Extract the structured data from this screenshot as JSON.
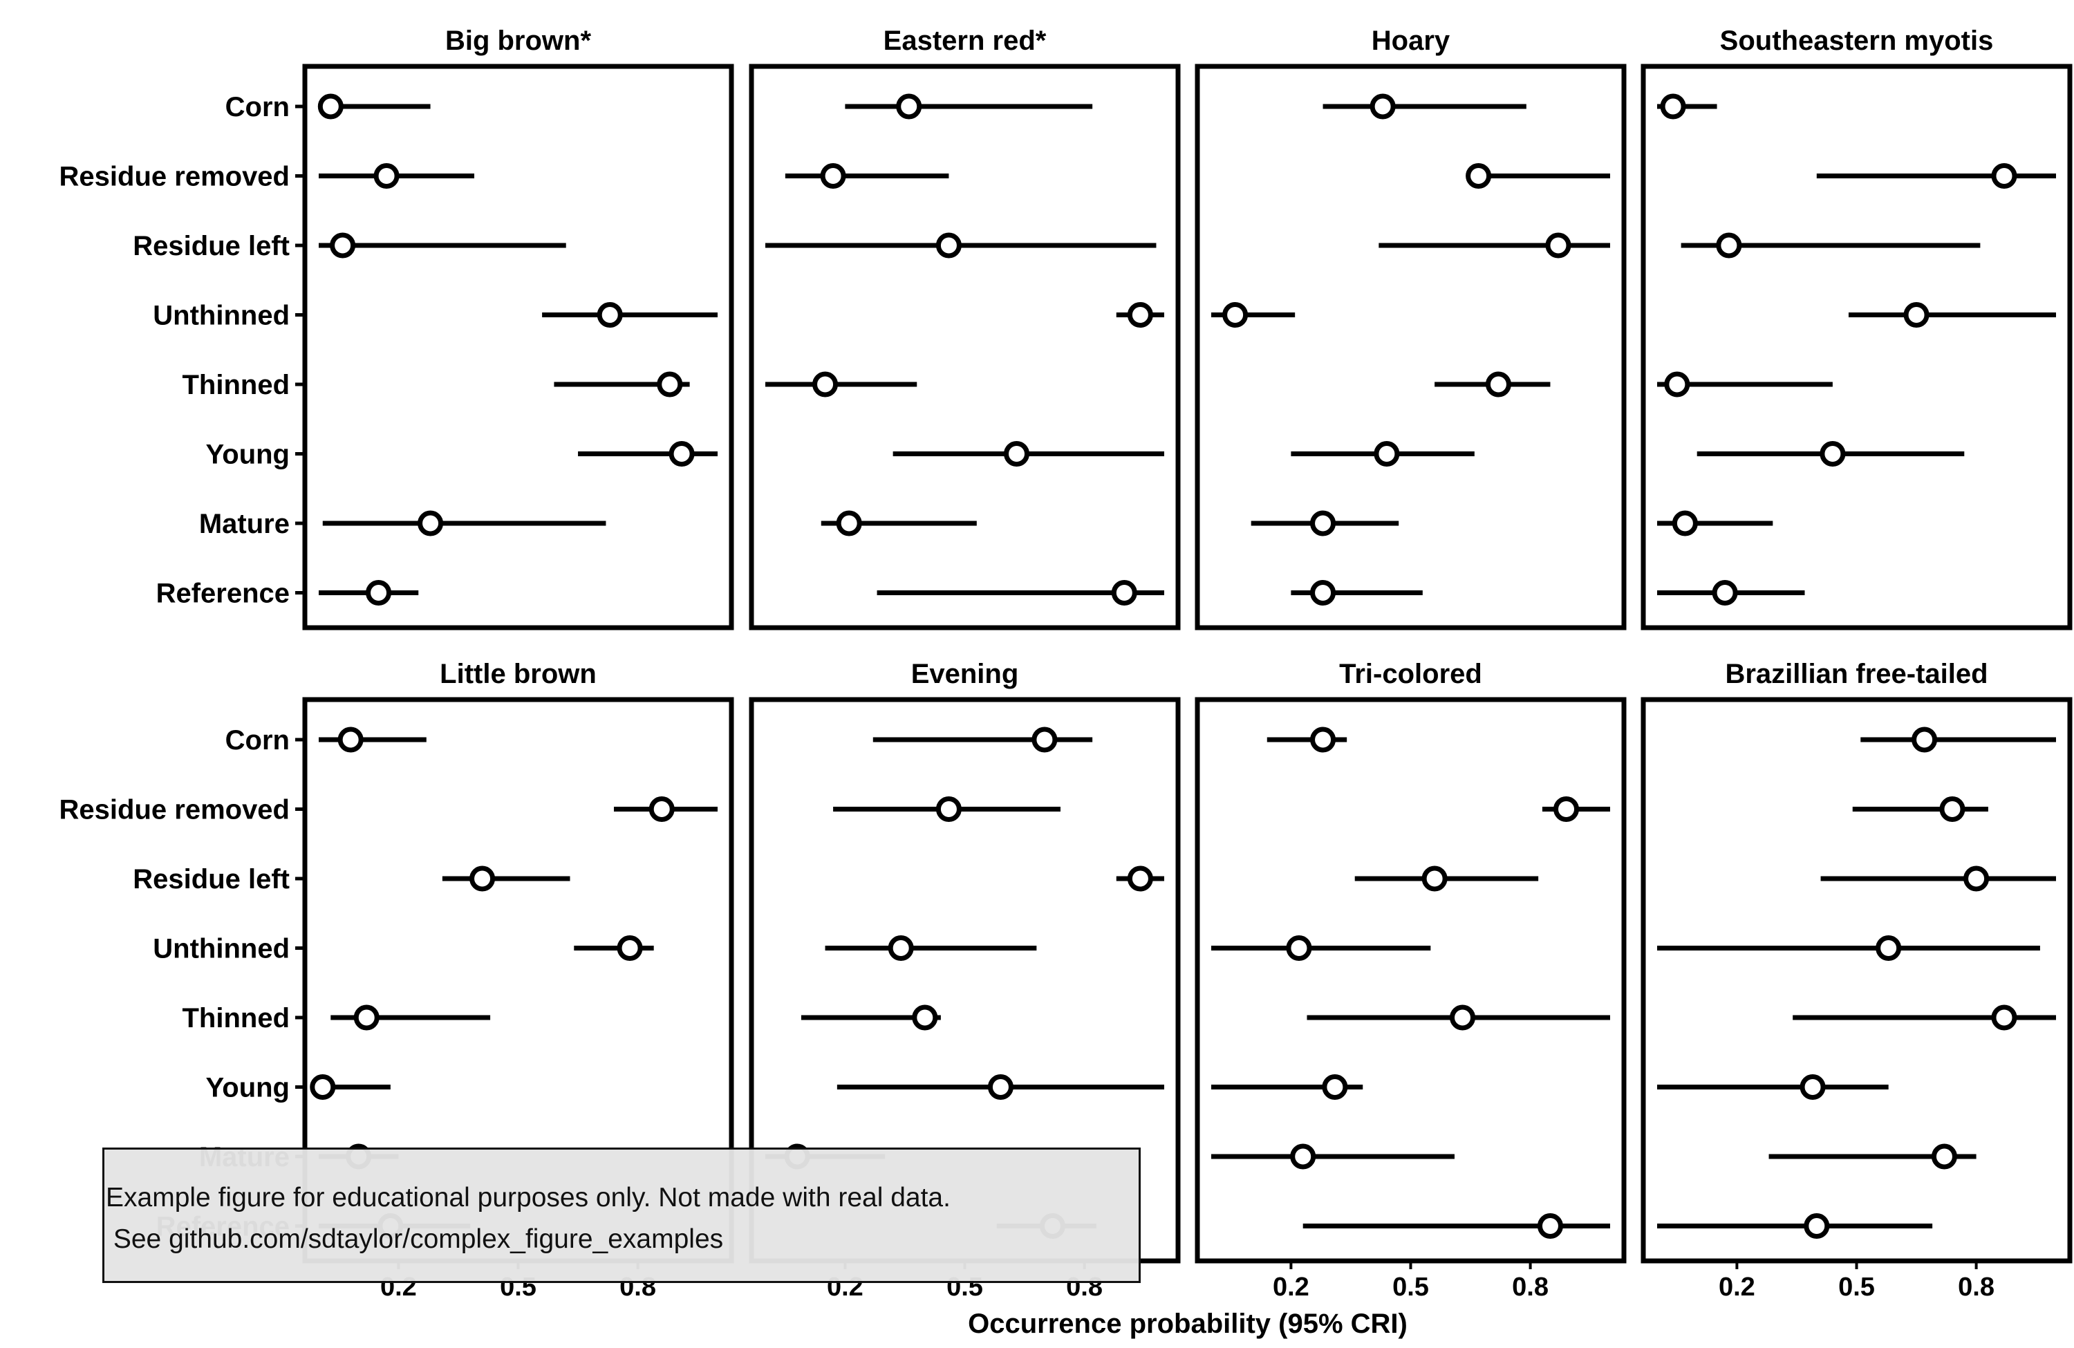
{
  "chart_data": {
    "type": "dot-interval",
    "x_axis_label": "Occurrence probability (95% CRI)",
    "x_ticks": [
      0.2,
      0.5,
      0.8
    ],
    "x_tick_labels": [
      "0.2",
      "0.5",
      "0.8"
    ],
    "xlim": [
      0,
      1
    ],
    "categories": [
      "Corn",
      "Residue removed",
      "Residue left",
      "Unthinned",
      "Thinned",
      "Young",
      "Mature",
      "Reference"
    ],
    "panels": [
      {
        "title": "Big brown*",
        "estimate": [
          0.03,
          0.17,
          0.06,
          0.73,
          0.88,
          0.91,
          0.28,
          0.15
        ],
        "lower": [
          0.0,
          0.0,
          0.0,
          0.56,
          0.59,
          0.65,
          0.01,
          0.0
        ],
        "upper": [
          0.28,
          0.39,
          0.62,
          1.0,
          0.93,
          1.0,
          0.72,
          0.25
        ]
      },
      {
        "title": "Eastern red*",
        "estimate": [
          0.36,
          0.17,
          0.46,
          0.94,
          0.15,
          0.63,
          0.21,
          0.9
        ],
        "lower": [
          0.2,
          0.05,
          0.0,
          0.88,
          0.0,
          0.32,
          0.14,
          0.28
        ],
        "upper": [
          0.82,
          0.46,
          0.98,
          1.0,
          0.38,
          1.0,
          0.53,
          1.0
        ]
      },
      {
        "title": "Hoary",
        "estimate": [
          0.43,
          0.67,
          0.87,
          0.06,
          0.72,
          0.44,
          0.28,
          0.28
        ],
        "lower": [
          0.28,
          0.64,
          0.42,
          0.0,
          0.56,
          0.2,
          0.1,
          0.2
        ],
        "upper": [
          0.79,
          1.0,
          1.02,
          0.21,
          0.85,
          0.66,
          0.47,
          0.53
        ]
      },
      {
        "title": "Southeastern myotis",
        "estimate": [
          0.04,
          0.87,
          0.18,
          0.65,
          0.05,
          0.44,
          0.07,
          0.17
        ],
        "lower": [
          0.0,
          0.4,
          0.06,
          0.48,
          0.0,
          0.1,
          0.0,
          0.0
        ],
        "upper": [
          0.15,
          1.0,
          0.81,
          1.0,
          0.44,
          0.77,
          0.29,
          0.37
        ]
      },
      {
        "title": "Little brown",
        "estimate": [
          0.08,
          0.86,
          0.41,
          0.78,
          0.12,
          0.01,
          0.1,
          0.18
        ],
        "lower": [
          0.0,
          0.74,
          0.31,
          0.64,
          0.03,
          0.0,
          0.0,
          0.0
        ],
        "upper": [
          0.27,
          1.0,
          0.63,
          0.84,
          0.43,
          0.18,
          0.2,
          0.38
        ]
      },
      {
        "title": "Evening",
        "estimate": [
          0.7,
          0.46,
          0.94,
          0.34,
          0.4,
          0.59,
          0.08,
          0.72
        ],
        "lower": [
          0.27,
          0.17,
          0.88,
          0.15,
          0.09,
          0.18,
          0.0,
          0.58
        ],
        "upper": [
          0.82,
          0.74,
          1.0,
          0.68,
          0.44,
          1.0,
          0.3,
          0.83
        ]
      },
      {
        "title": "Tri-colored",
        "estimate": [
          0.28,
          0.89,
          0.56,
          0.22,
          0.63,
          0.31,
          0.23,
          0.85
        ],
        "lower": [
          0.14,
          0.83,
          0.36,
          0.0,
          0.24,
          0.0,
          0.0,
          0.23
        ],
        "upper": [
          0.34,
          1.0,
          0.82,
          0.55,
          1.0,
          0.38,
          0.61,
          1.0
        ]
      },
      {
        "title": "Brazillian free-tailed",
        "estimate": [
          0.67,
          0.74,
          0.8,
          0.58,
          0.87,
          0.39,
          0.72,
          0.4
        ],
        "lower": [
          0.51,
          0.49,
          0.41,
          0.0,
          0.34,
          0.0,
          0.28,
          0.0
        ],
        "upper": [
          1.0,
          0.83,
          1.0,
          0.96,
          1.0,
          0.58,
          0.8,
          0.69
        ]
      }
    ]
  },
  "notice": {
    "line1": "Example figure for educational purposes only. Not made with real data.",
    "line2": " See github.com/sdtaylor/complex_figure_examples"
  }
}
